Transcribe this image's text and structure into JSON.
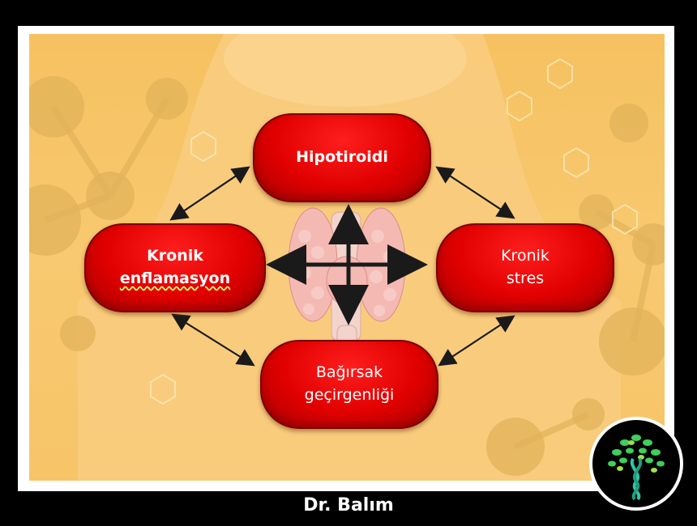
{
  "diagram": {
    "nodes": {
      "top": "Hipotiroidi",
      "left_line1": "Kronik",
      "left_line2": "enflamasyon",
      "right_line1": "Kronik",
      "right_line2": "stres",
      "bottom_line1": "Bağırsak",
      "bottom_line2": "geçirgenliği"
    }
  },
  "footer": {
    "credit": "Dr. Balım"
  },
  "colors": {
    "background": "#000000",
    "panel": "#f7c468",
    "pill": "#e00000",
    "arrow": "#1a1a1a"
  }
}
